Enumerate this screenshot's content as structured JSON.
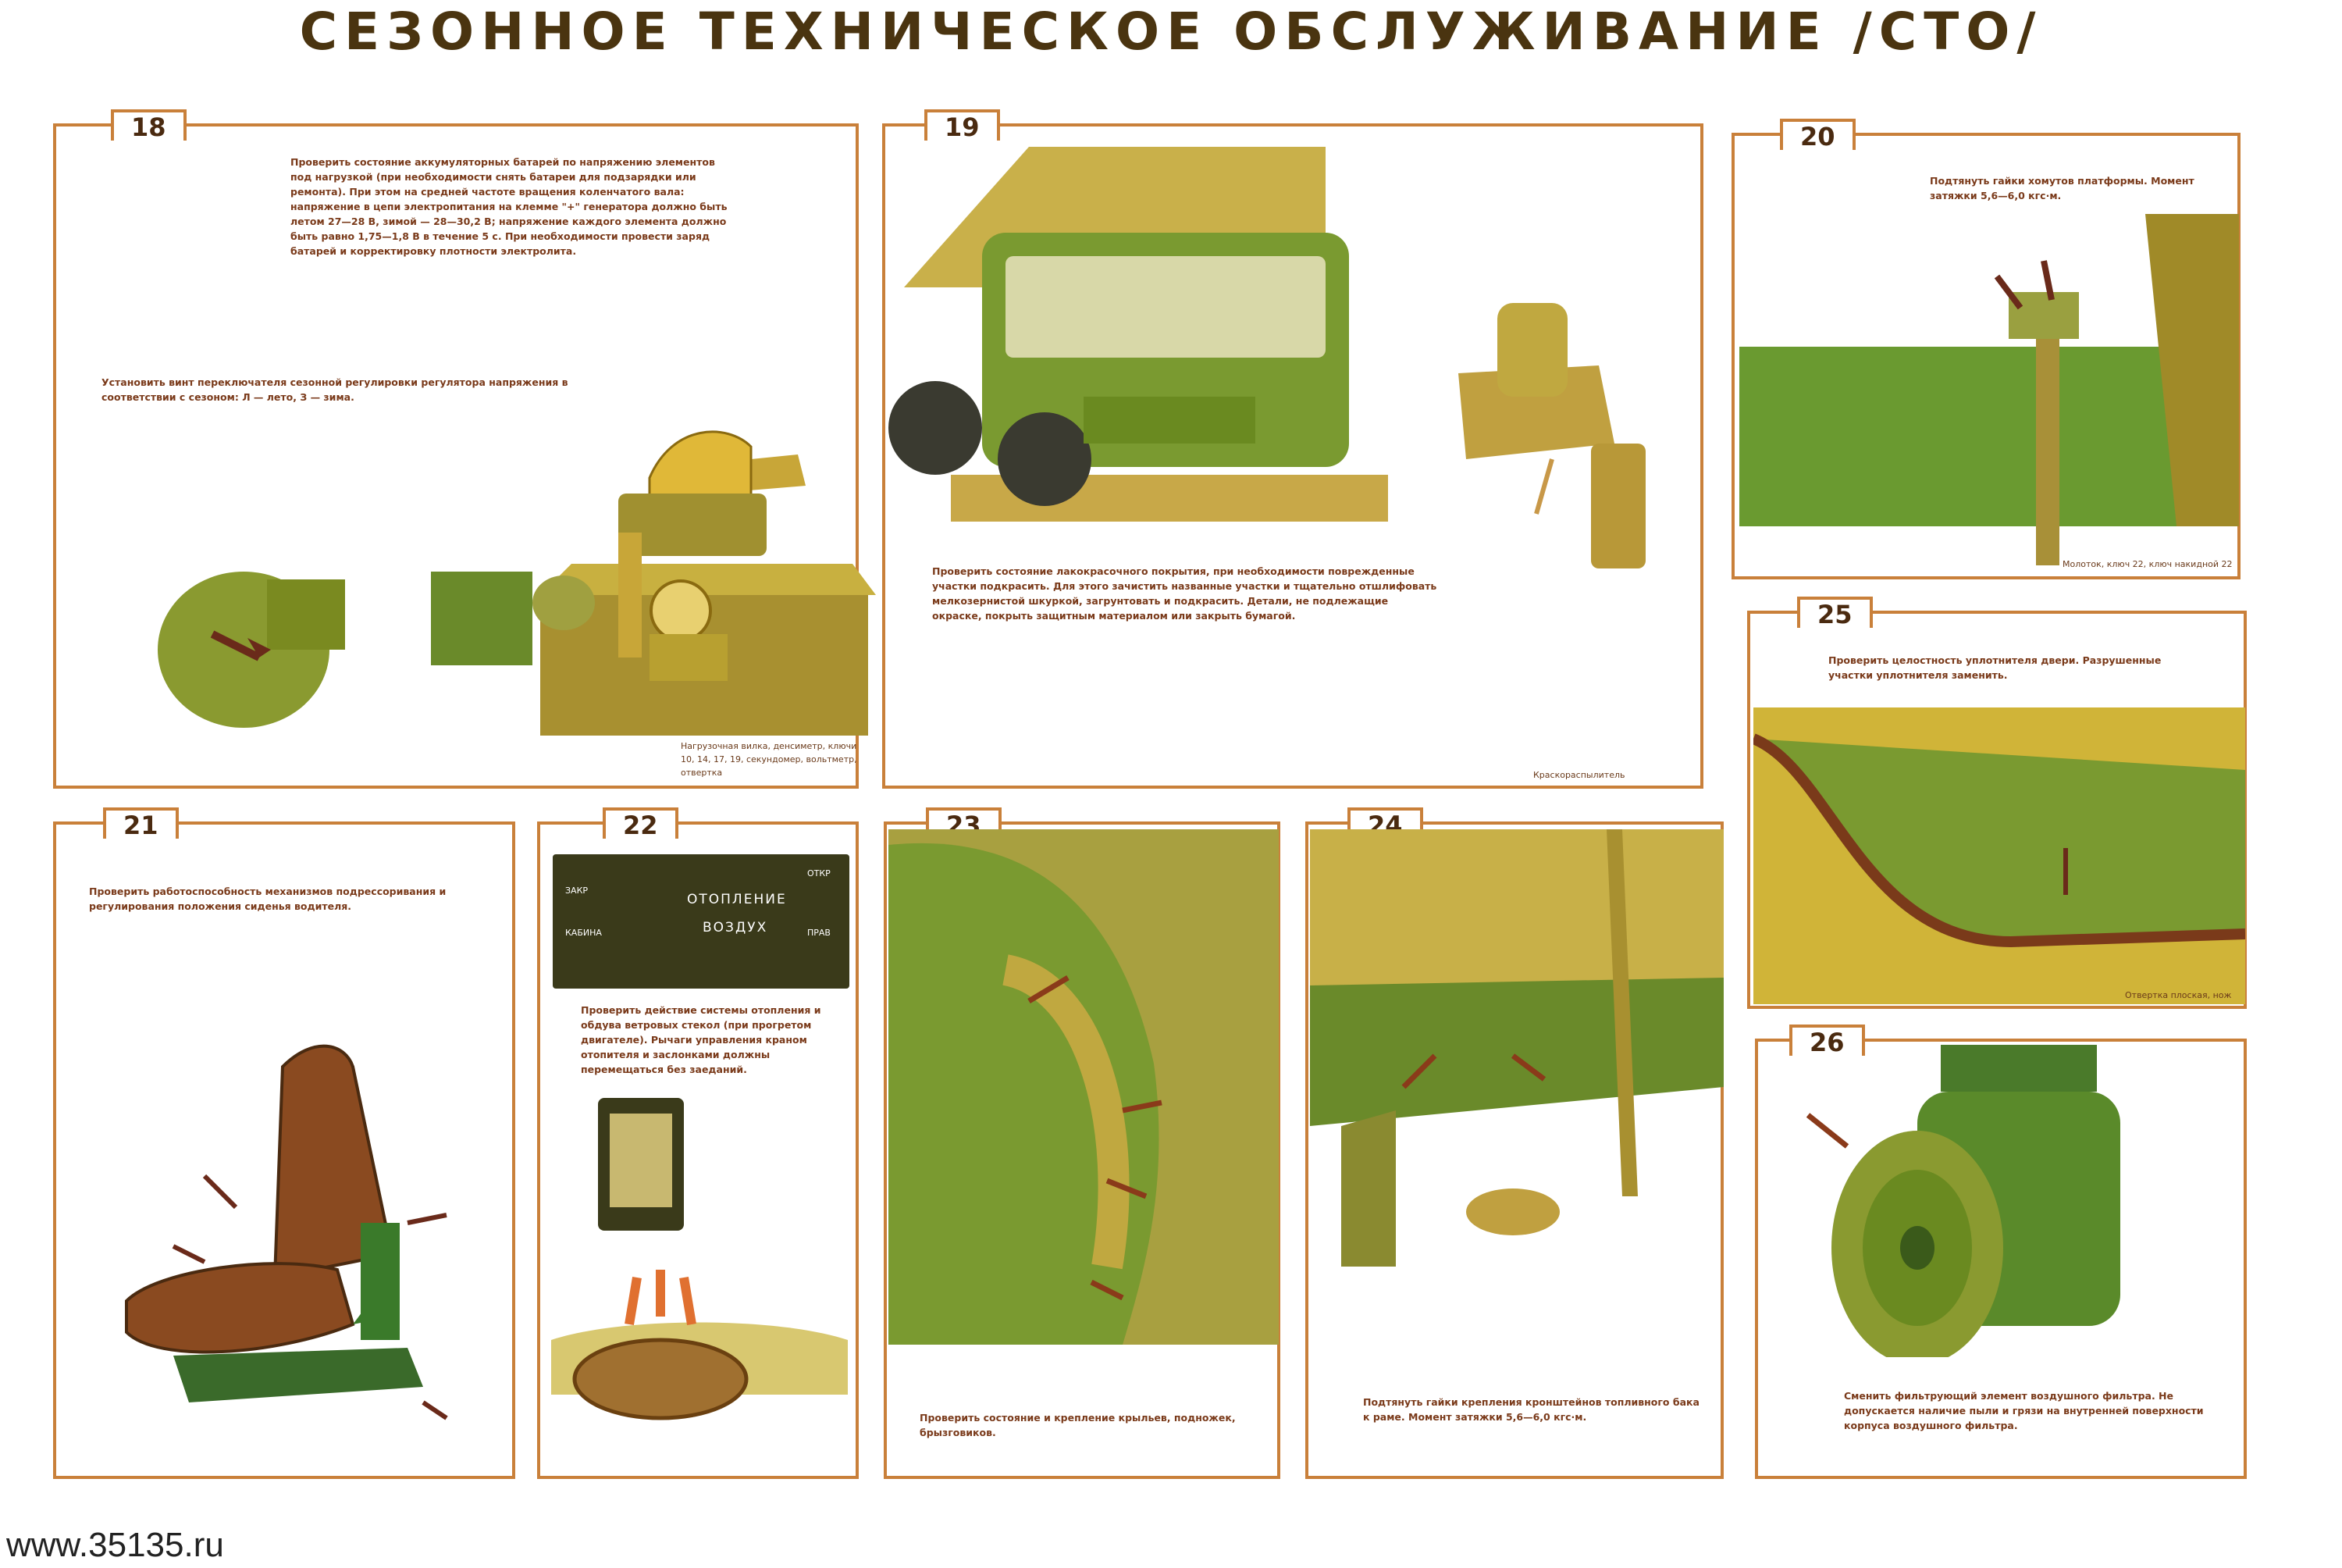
{
  "title": "СЕЗОННОЕ ТЕХНИЧЕСКОЕ ОБСЛУЖИВАНИЕ /СТО/",
  "site": "www.35135.ru",
  "panels": {
    "p18": {
      "num": "18",
      "text1": "Проверить состояние аккумуляторных батарей по напряжению элементов под нагрузкой (при необходимости снять батареи для подзарядки или ремонта). При этом на средней частоте вращения коленчатого вала: напряжение в цепи электропитания на клемме \"+\" генератора должно быть летом 27—28 В, зимой — 28—30,2 В; напряжение каждого элемента должно быть равно 1,75—1,8 В в течение 5 с. При необходимости провести заряд батарей и корректировку плотности электролита.",
      "text2": "Установить винт переключателя сезонной регулировки регулятора напряжения в соответствии с сезоном: Л — лето, З — зима.",
      "caption": "Нагрузочная вилка, денсиметр, ключи 10, 14, 17, 19, секундомер, вольтметр, отвертка"
    },
    "p19": {
      "num": "19",
      "text": "Проверить состояние лакокрасочного покрытия, при необходимости поврежденные участки подкрасить. Для этого зачистить названные участки и тщательно отшлифовать мелкозернистой шкуркой, загрунтовать и подкрасить. Детали, не подлежащие окраске, покрыть защитным материалом или закрыть бумагой.",
      "caption": "Краскораспылитель"
    },
    "p20": {
      "num": "20",
      "text": "Подтянуть гайки хомутов платформы. Момент затяжки 5,6—6,0 кгс·м.",
      "caption": "Молоток, ключ 22, ключ накидной 22"
    },
    "p25": {
      "num": "25",
      "text": "Проверить целостность уплотнителя двери. Разрушенные участки уплотнителя заменить.",
      "caption": "Отвертка плоская, нож"
    },
    "p21": {
      "num": "21",
      "text": "Проверить работоспособность механизмов подрессоривания и регулирования положения сиденья водителя."
    },
    "p22": {
      "num": "22",
      "text": "Проверить действие системы отопления и обдува ветровых стекол (при прогретом двигателе). Рычаги управления краном отопителя и заслонками должны перемещаться без заеданий.",
      "gauge": {
        "heating": "ОТОПЛЕНИЕ",
        "air": "ВОЗДУХ",
        "closed": "ЗАКР",
        "open": "ОТКР",
        "cabin": "КАБИНА",
        "glass": "ПРАВ"
      }
    },
    "p23": {
      "num": "23",
      "text": "Проверить состояние и крепление крыльев, подножек, брызговиков."
    },
    "p24": {
      "num": "24",
      "text": "Подтянуть гайки крепления кронштейнов топливного бака к раме. Момент затяжки 5,6—6,0 кгс·м."
    },
    "p26": {
      "num": "26",
      "text": "Сменить фильтрующий элемент воздушного фильтра. Не допускается наличие пыли и грязи на внутренней поверхности корпуса воздушного фильтра."
    }
  },
  "colors": {
    "frame": "#c9803a",
    "olive": "#8a9a30",
    "mustard": "#c8a638",
    "green": "#5e8a2a",
    "brown": "#8a3a1a",
    "orange": "#e07030"
  }
}
